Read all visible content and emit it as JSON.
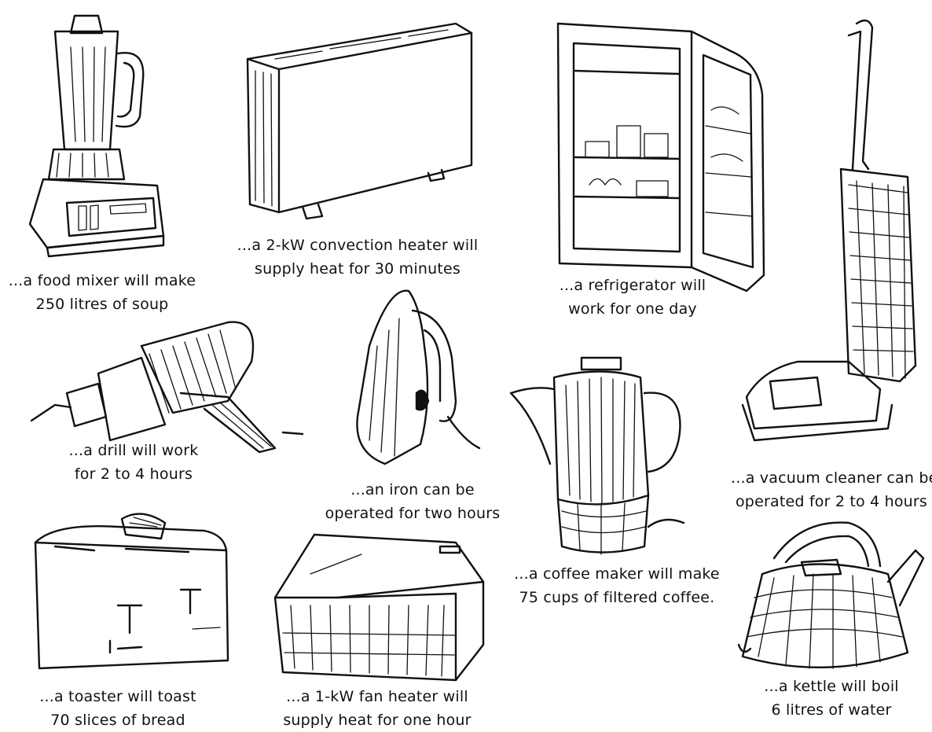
{
  "appliances": [
    {
      "name": "food-mixer",
      "line1": "...a food mixer will make",
      "line2": "250 litres of soup"
    },
    {
      "name": "convection-heater",
      "line1": "...a 2-kW convection heater will",
      "line2": "supply heat for 30 minutes"
    },
    {
      "name": "refrigerator",
      "line1": "...a refrigerator will",
      "line2": "work for one day"
    },
    {
      "name": "drill",
      "line1": "...a drill will work",
      "line2": "for 2 to 4 hours"
    },
    {
      "name": "iron",
      "line1": "...an iron can be",
      "line2": "operated for two hours"
    },
    {
      "name": "coffee-maker",
      "line1": "...a coffee maker will make",
      "line2": "75 cups of filtered coffee."
    },
    {
      "name": "vacuum-cleaner",
      "line1": "...a vacuum cleaner can be",
      "line2": "operated for 2 to 4 hours"
    },
    {
      "name": "toaster",
      "line1": "...a toaster will toast",
      "line2": "70 slices of bread"
    },
    {
      "name": "fan-heater",
      "line1": "...a 1-kW fan heater will",
      "line2": "supply heat for one hour"
    },
    {
      "name": "kettle",
      "line1": "...a kettle will boil",
      "line2": "6 litres of water"
    }
  ]
}
